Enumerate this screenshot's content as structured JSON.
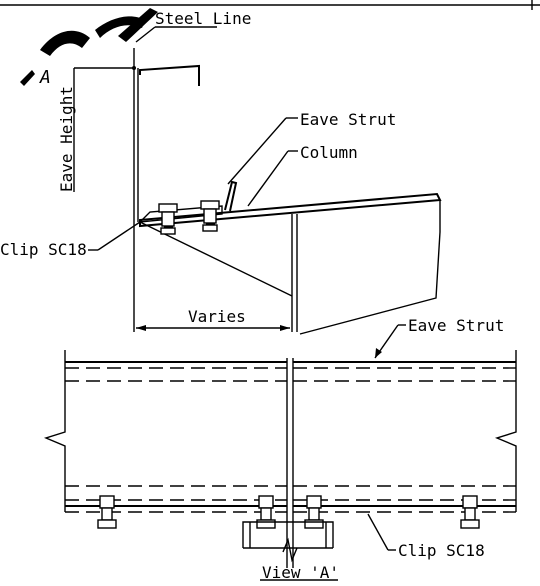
{
  "labels": {
    "steel_line": "Steel Line",
    "eave_height": "Eave Height",
    "eave_strut_top": "Eave Strut",
    "column": "Column",
    "clip_left": "Clip SC18",
    "varies": "Varies",
    "eave_strut_view": "Eave Strut",
    "clip_view": "Clip SC18",
    "view_title": "View 'A'",
    "corner_mark": "A"
  },
  "colors": {
    "ink": "#000000",
    "paper": "#ffffff",
    "watermark": "#000000"
  }
}
